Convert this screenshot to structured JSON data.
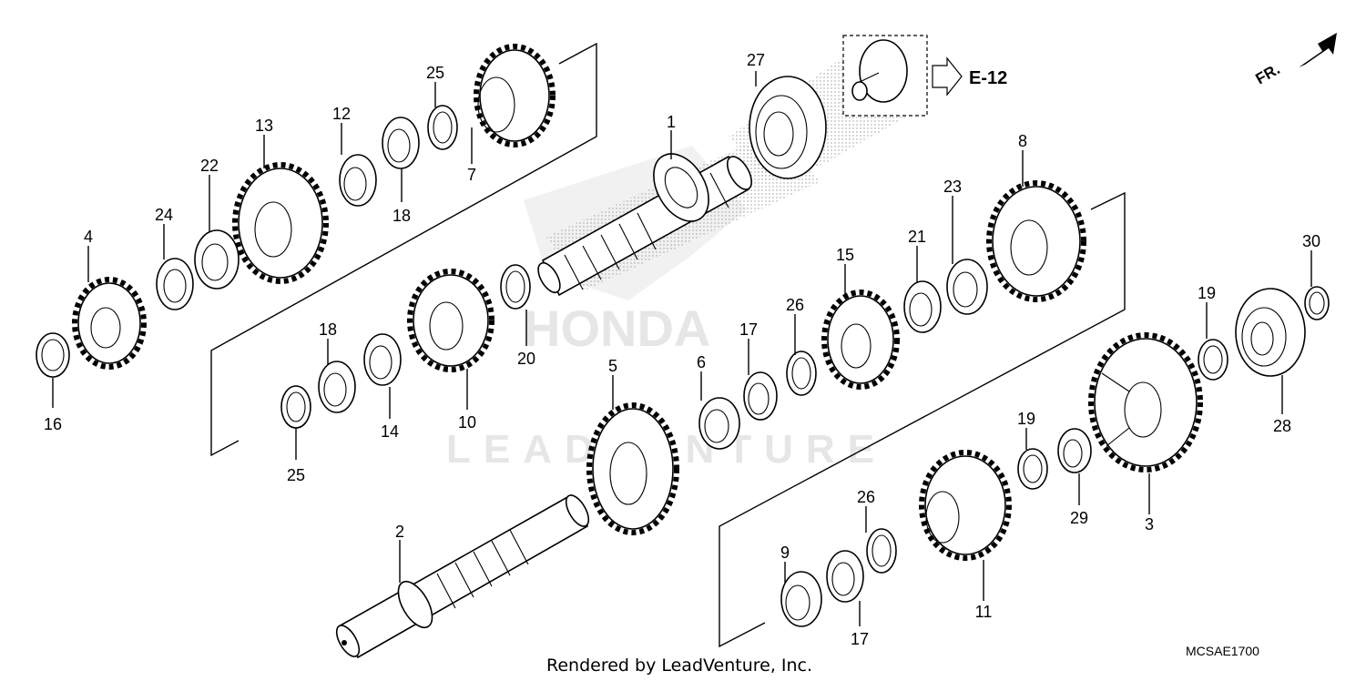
{
  "watermark": {
    "brand": "HONDA",
    "vendor": "LEADVENTURE"
  },
  "reference": {
    "label": "E-12"
  },
  "direction": {
    "label": "FR."
  },
  "footer": {
    "rendered_by": "Rendered by LeadVenture, Inc.",
    "diagram_code": "MCSAE1700"
  },
  "callouts": {
    "p1": "1",
    "p2": "2",
    "p3": "3",
    "p4": "4",
    "p5": "5",
    "p6": "6",
    "p7": "7",
    "p8": "8",
    "p9": "9",
    "p10": "10",
    "p11": "11",
    "p12": "12",
    "p13": "13",
    "p14": "14",
    "p15": "15",
    "p16": "16",
    "p17a": "17",
    "p17b": "17",
    "p18a": "18",
    "p18b": "18",
    "p19a": "19",
    "p19b": "19",
    "p20": "20",
    "p21": "21",
    "p22": "22",
    "p23": "23",
    "p24": "24",
    "p25a": "25",
    "p25b": "25",
    "p26a": "26",
    "p26b": "26",
    "p27": "27",
    "p28": "28",
    "p29": "29",
    "p30": "30"
  }
}
